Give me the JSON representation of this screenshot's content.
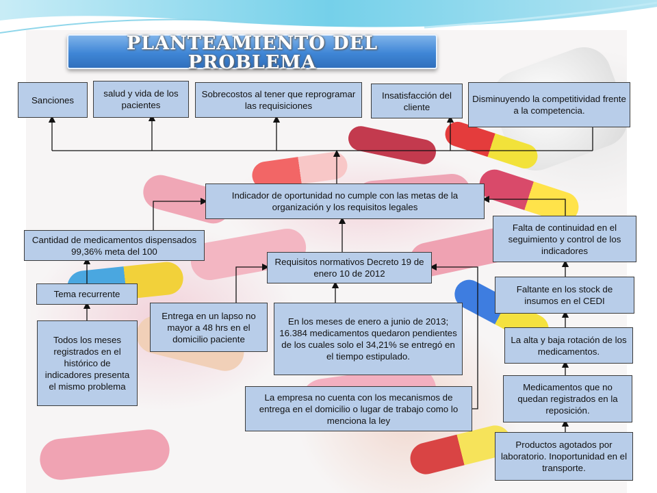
{
  "slide": {
    "title": "PLANTEAMIENTO DEL PROBLEMA"
  },
  "effects": {
    "sanciones": "Sanciones",
    "salud": "salud y vida de los pacientes",
    "sobrecostos": "Sobrecostos al tener que reprogramar las requisiciones",
    "insatisfaccion": "Insatisfacción del cliente",
    "competitividad": "Disminuyendo la competitividad frente a la competencia."
  },
  "problem": {
    "central": "Indicador de oportunidad no cumple con las metas de la organización y los requisitos legales"
  },
  "causes": {
    "cantidad": "Cantidad de medicamentos dispensados 99,36% meta del 100",
    "tema": "Tema recurrente",
    "todos_meses": "Todos los meses registrados en el histórico de indicadores presenta el mismo problema",
    "requisitos": "Requisitos normativos Decreto 19 de enero 10 de 2012",
    "entrega": "Entrega en un lapso no mayor a 48 hrs en el domicilio paciente",
    "meses_enero": "En los meses de enero a junio de 2013; 16.384 medicamentos quedaron pendientes de los cuales solo el 34,21% se entregó en el tiempo estipulado.",
    "empresa": "La empresa no cuenta con los mecanismos de entrega en el domicilio o lugar de trabajo como lo menciona la ley",
    "falta_continuidad": "Falta de continuidad en el seguimiento y control de los indicadores",
    "faltante": "Faltante en los stock de insumos en el CEDI",
    "alta_baja": "La alta y baja rotación de los medicamentos.",
    "no_registrados": "Medicamentos que no quedan registrados en la reposición.",
    "agotados": "Productos agotados por laboratorio. Inoportunidad en el transporte."
  },
  "colors": {
    "node_fill": "#b8cde9",
    "node_border": "#3a3a3a",
    "title_blue": "#3f86d6",
    "wave_cyan": "#4fc3e0"
  }
}
